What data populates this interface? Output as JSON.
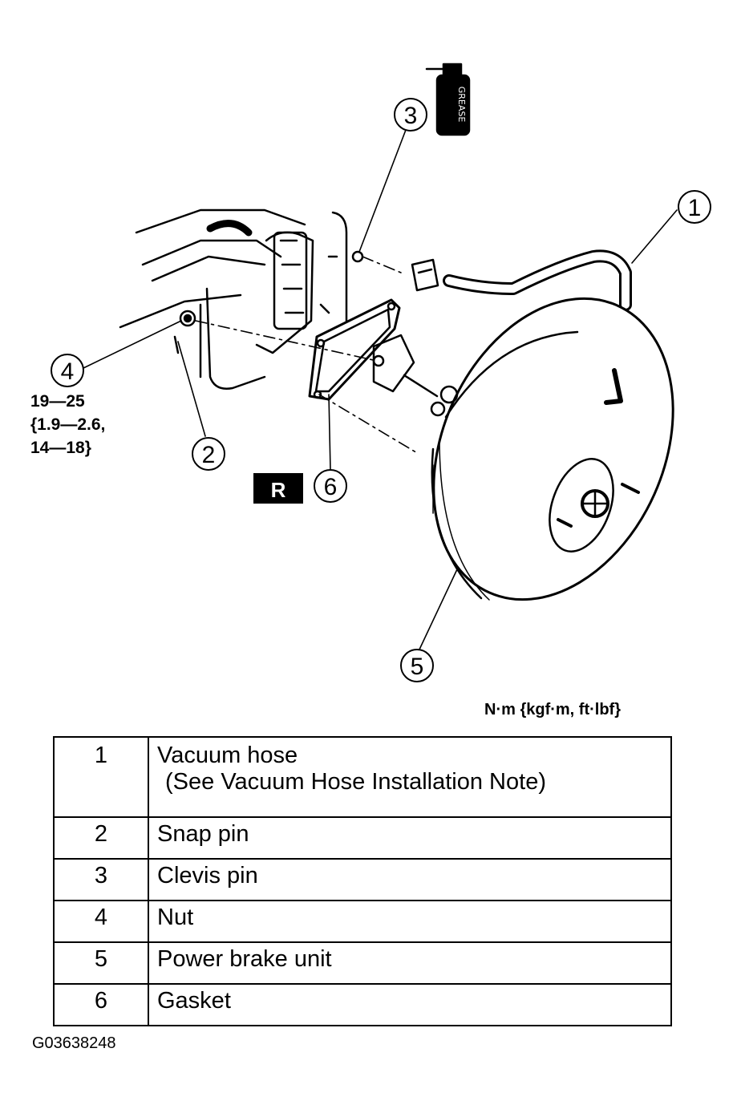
{
  "diagram": {
    "callouts": [
      "1",
      "2",
      "3",
      "4",
      "5",
      "6"
    ],
    "grease_label": "GREASE",
    "replace_badge": "R"
  },
  "torque": {
    "line1": "19—25",
    "line2": "{1.9—2.6,",
    "line3": "14—18}"
  },
  "units": "N·m {kgf·m, ft·lbf}",
  "parts": [
    {
      "num": "1",
      "name": "Vacuum hose",
      "note": "(See  Vacuum Hose Installation Note)"
    },
    {
      "num": "2",
      "name": "Snap pin"
    },
    {
      "num": "3",
      "name": "Clevis pin"
    },
    {
      "num": "4",
      "name": "Nut"
    },
    {
      "num": "5",
      "name": "Power brake unit"
    },
    {
      "num": "6",
      "name": "Gasket"
    }
  ],
  "figure_code": "G03638248"
}
